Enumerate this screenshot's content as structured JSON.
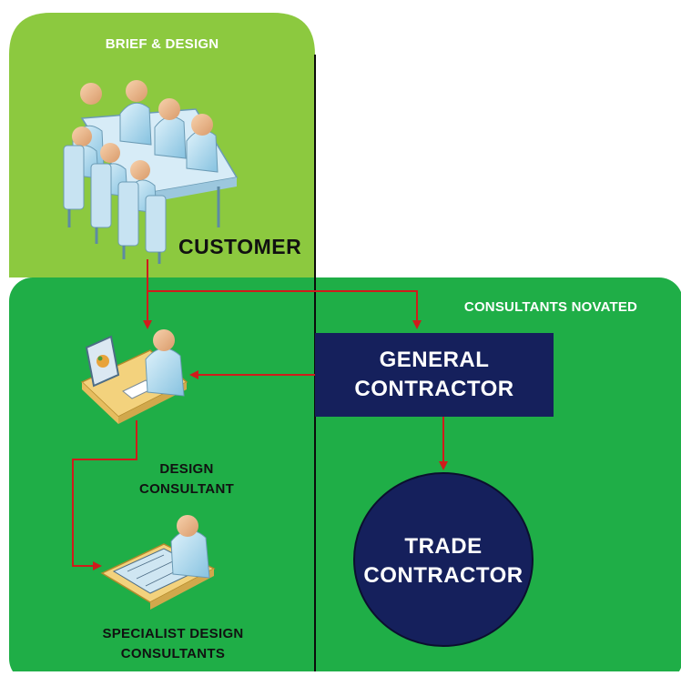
{
  "zones": {
    "brief_design": {
      "title": "BRIEF & DESIGN",
      "color": "#8cc93f"
    },
    "consultants_novated": {
      "title": "CONSULTANTS NOVATED",
      "color": "#1fae47"
    }
  },
  "nodes": {
    "customer": {
      "label": "CUSTOMER"
    },
    "design_consultant": {
      "line1": "DESIGN",
      "line2": "CONSULTANT"
    },
    "specialist": {
      "line1": "SPECIALIST DESIGN",
      "line2": "CONSULTANTS"
    },
    "general_contractor": {
      "line1": "GENERAL",
      "line2": "CONTRACTOR",
      "color": "#15205c"
    },
    "trade_contractor": {
      "line1": "TRADE",
      "line2": "CONTRACTOR",
      "color": "#15205c"
    }
  },
  "colors": {
    "arrow": "#d01b1b",
    "divider": "#0b0b0b",
    "figure_skin": "#e9b48c",
    "figure_shirt": "#b9dff1",
    "desk": "#f3d27d"
  },
  "icons": {
    "customer": "meeting-table-icon",
    "design_consultant": "computer-workstation-icon",
    "specialist": "drafting-desk-icon"
  }
}
